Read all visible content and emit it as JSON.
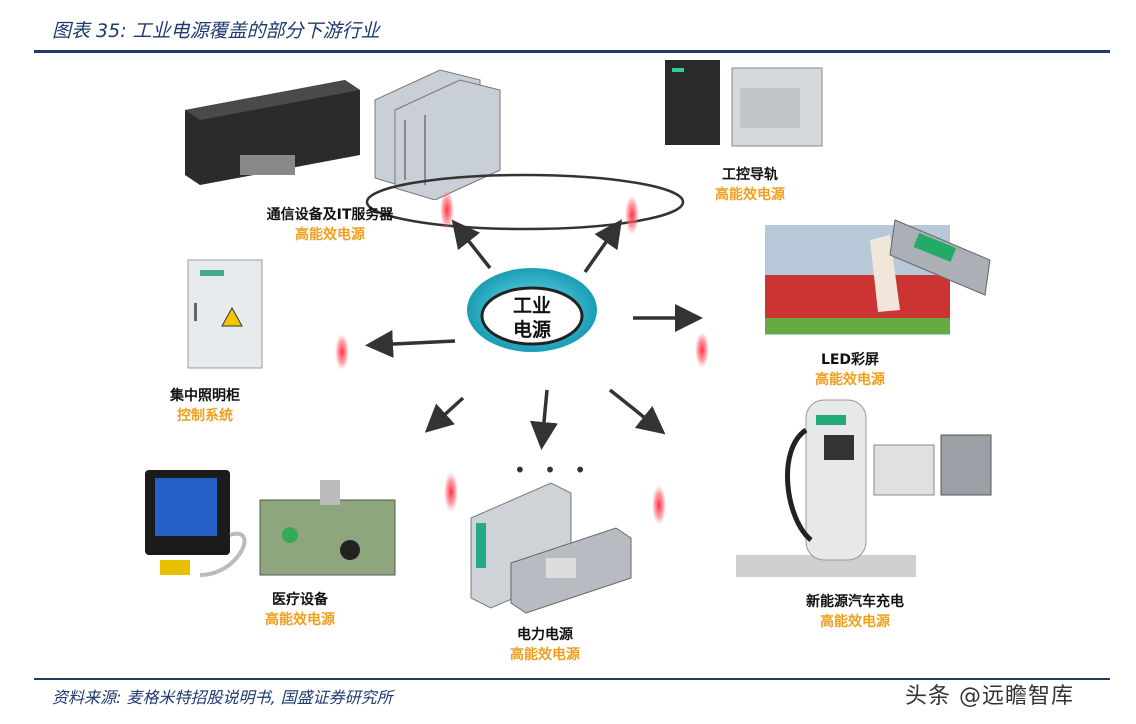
{
  "header": {
    "title": "图表 35:  工业电源覆盖的部分下游行业"
  },
  "center": {
    "line1": "工业",
    "line2": "电源"
  },
  "nodes": {
    "telecom": {
      "name": "通信设备及IT服务器",
      "sub": "高能效电源"
    },
    "rail": {
      "name": "工控导轨",
      "sub": "高能效电源"
    },
    "led": {
      "name": "LED彩屏",
      "sub": "高能效电源"
    },
    "lighting": {
      "name": "集中照明柜",
      "sub": "控制系统"
    },
    "medical": {
      "name": "医疗设备",
      "sub": "高能效电源"
    },
    "power": {
      "name": "电力电源",
      "sub": "高能效电源"
    },
    "ev": {
      "name": "新能源汽车充电",
      "sub": "高能效电源"
    }
  },
  "ellipsis": "• • •",
  "footer": {
    "source": "资料来源: 麦格米特招股说明书, 国盛证券研究所"
  },
  "watermark": "头条 @远瞻智库",
  "colors": {
    "navy": "#1f3a6e",
    "orange": "#f0a020",
    "teal": "#2ab0c8",
    "red": "#e8283a"
  }
}
